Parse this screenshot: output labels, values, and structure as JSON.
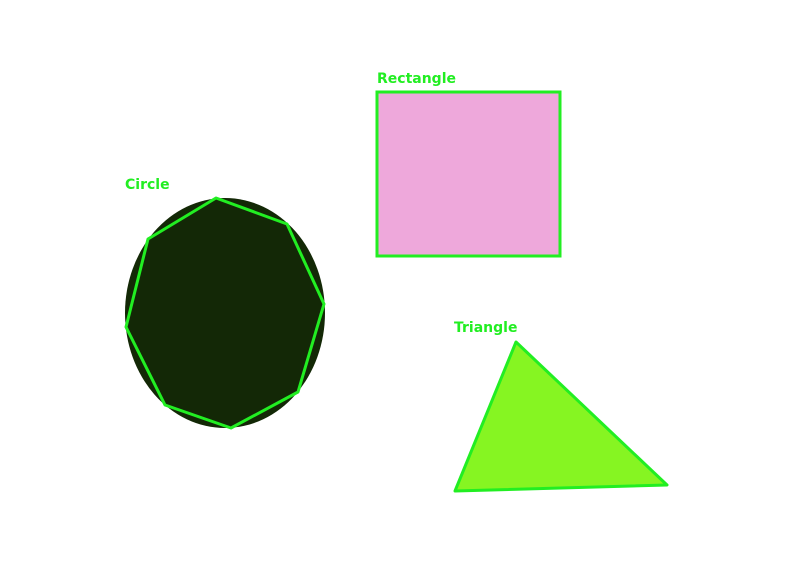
{
  "labels": {
    "circle": "Circle",
    "rectangle": "Rectangle",
    "triangle": "Triangle"
  },
  "colors": {
    "background": "#ffffff",
    "contour": "#22ee22",
    "label": "#22ee22",
    "circle_fill": "#132806",
    "rectangle_fill": "#eea8db",
    "triangle_fill": "#86f522"
  }
}
